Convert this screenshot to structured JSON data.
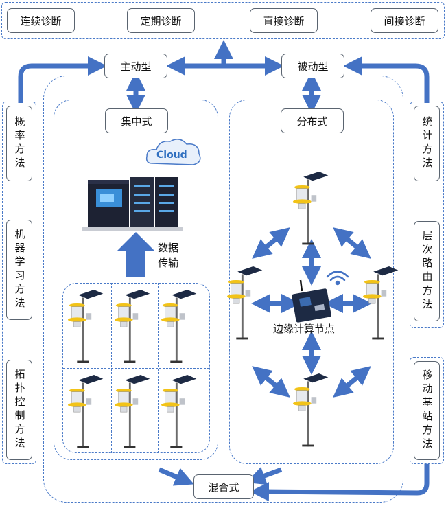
{
  "top_methods": [
    "连续诊断",
    "定期诊断",
    "直接诊断",
    "间接诊断"
  ],
  "types": {
    "active": "主动型",
    "passive": "被动型",
    "centralized": "集中式",
    "distributed": "分布式",
    "hybrid": "混合式"
  },
  "left_methods": [
    "概率方法",
    "机器学习方法",
    "拓扑控制方法"
  ],
  "right_methods": [
    "统计方法",
    "层次路由方法",
    "移动基站方法"
  ],
  "cloud_label": "Cloud",
  "data_transfer_label": [
    "数据",
    "传输"
  ],
  "edge_node_label": "边缘计算节点",
  "colors": {
    "arrow": "#4472c4",
    "dash": "#4a7ac8",
    "border": "#5a6470"
  }
}
